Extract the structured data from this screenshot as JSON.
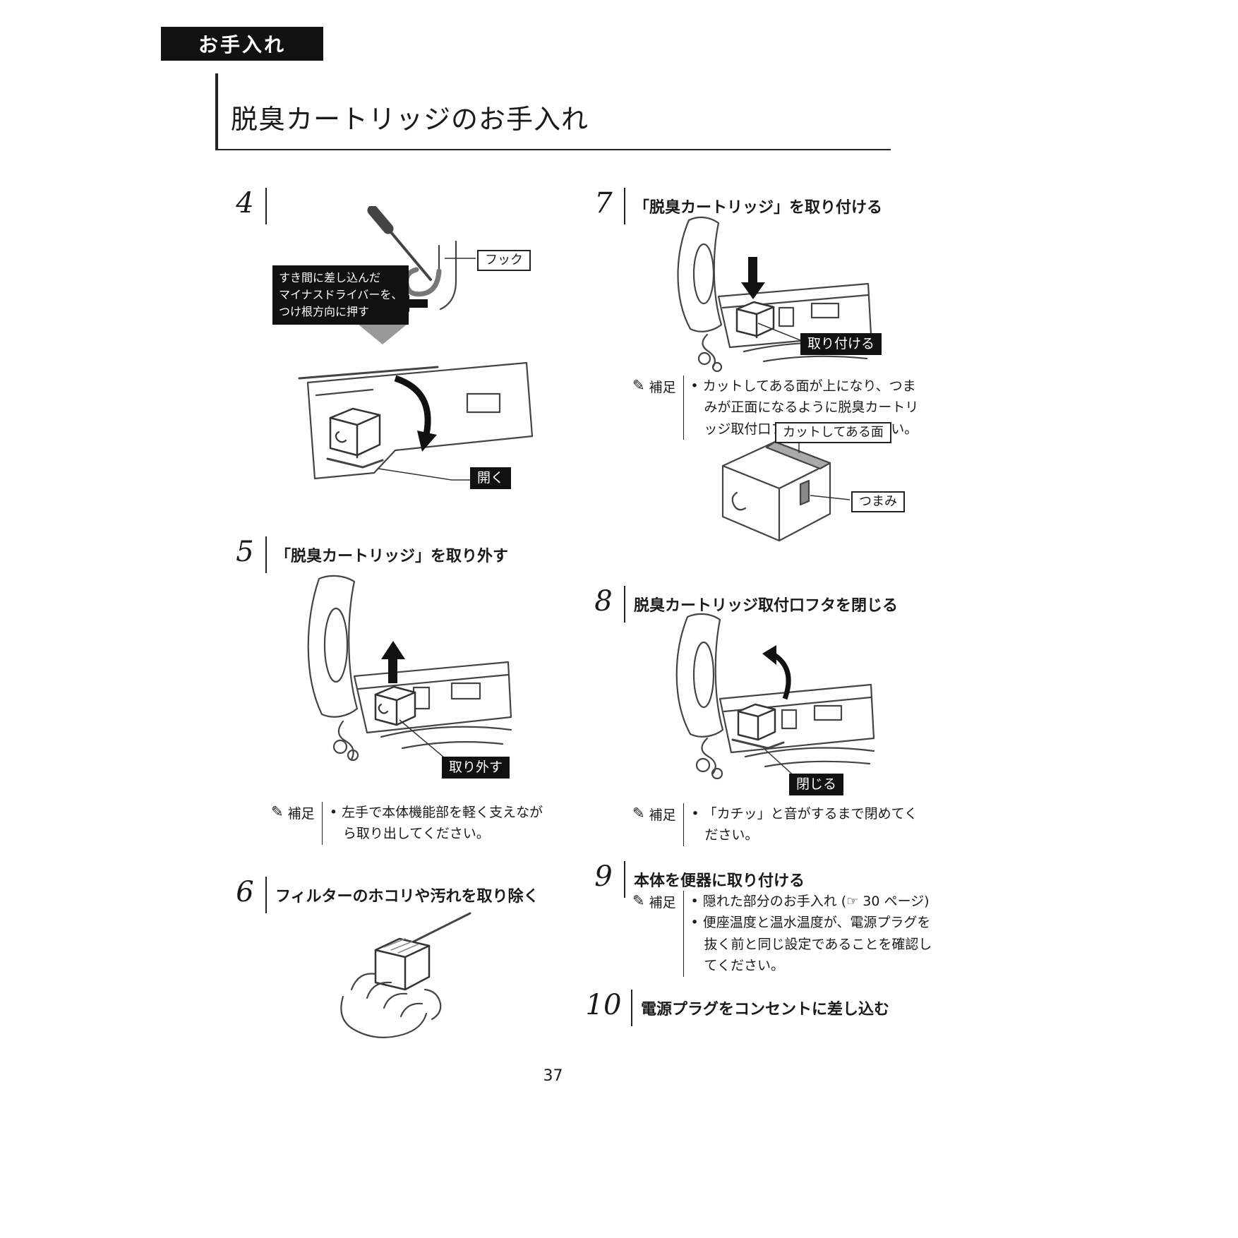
{
  "page": {
    "section_tag": "お手入れ",
    "title": "脱臭カートリッジのお手入れ",
    "note_label": "補足",
    "page_number": "37"
  },
  "icons": {
    "pencil": "✎"
  },
  "step4": {
    "number": "4",
    "instruction_lines": [
      "すき間に差し込んだ",
      "マイナスドライバーを、",
      "つけ根方向に押す"
    ],
    "callout_hook": "フック",
    "callout_open": "開く"
  },
  "step5": {
    "number": "5",
    "title": "「脱臭カートリッジ」を取り外す",
    "callout_remove": "取り外す",
    "note_bullets": [
      "左手で本体機能部を軽く支えながら取り出してください。"
    ]
  },
  "step6": {
    "number": "6",
    "title": "フィルターのホコリや汚れを取り除く"
  },
  "step7": {
    "number": "7",
    "title": "「脱臭カートリッジ」を取り付ける",
    "callout_attach": "取り付ける",
    "note_bullets": [
      "カットしてある面が上になり、つまみが正面になるように脱臭カートリッジ取付口フタに置いてください。"
    ],
    "callout_cut_face": "カットしてある面",
    "callout_knob": "つまみ"
  },
  "step8": {
    "number": "8",
    "title": "脱臭カートリッジ取付口フタを閉じる",
    "callout_close": "閉じる",
    "note_bullets": [
      "「カチッ」と音がするまで閉めてください。"
    ]
  },
  "step9": {
    "number": "9",
    "title": "本体を便器に取り付ける",
    "note_bullets": [
      "隠れた部分のお手入れ (☞ 30 ページ)",
      "便座温度と温水温度が、電源プラグを抜く前と同じ設定であることを確認してください。"
    ]
  },
  "step10": {
    "number": "10",
    "title": "電源プラグをコンセントに差し込む"
  }
}
